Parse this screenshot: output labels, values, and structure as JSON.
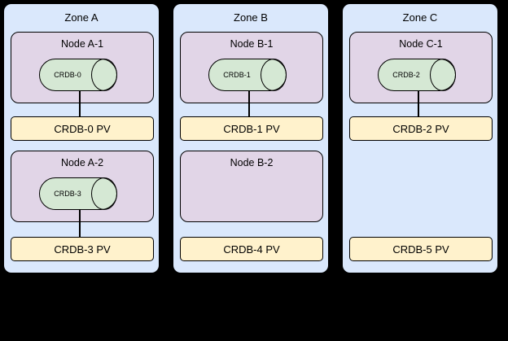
{
  "colors": {
    "background": "#000000",
    "zone_fill": "#dae8fc",
    "node_fill": "#e1d5e7",
    "disk_fill": "#d5e8d4",
    "pv_fill": "#fff2cc",
    "line_color": "#000000",
    "text_color": "#000000"
  },
  "zones": [
    {
      "title": "Zone A",
      "slots": [
        {
          "node_title": "Node A-1",
          "disk_label": "CRDB-0",
          "pv_label": "CRDB-0 PV"
        },
        {
          "node_title": "Node A-2",
          "disk_label": "CRDB-3",
          "pv_label": "CRDB-3 PV"
        }
      ]
    },
    {
      "title": "Zone B",
      "slots": [
        {
          "node_title": "Node B-1",
          "disk_label": "CRDB-1",
          "pv_label": "CRDB-1 PV"
        },
        {
          "node_title": "Node B-2",
          "disk_label": null,
          "pv_label": "CRDB-4 PV"
        }
      ]
    },
    {
      "title": "Zone C",
      "slots": [
        {
          "node_title": "Node C-1",
          "disk_label": "CRDB-2",
          "pv_label": "CRDB-2 PV"
        },
        {
          "node_title": null,
          "disk_label": null,
          "pv_label": "CRDB-5 PV"
        }
      ]
    }
  ]
}
